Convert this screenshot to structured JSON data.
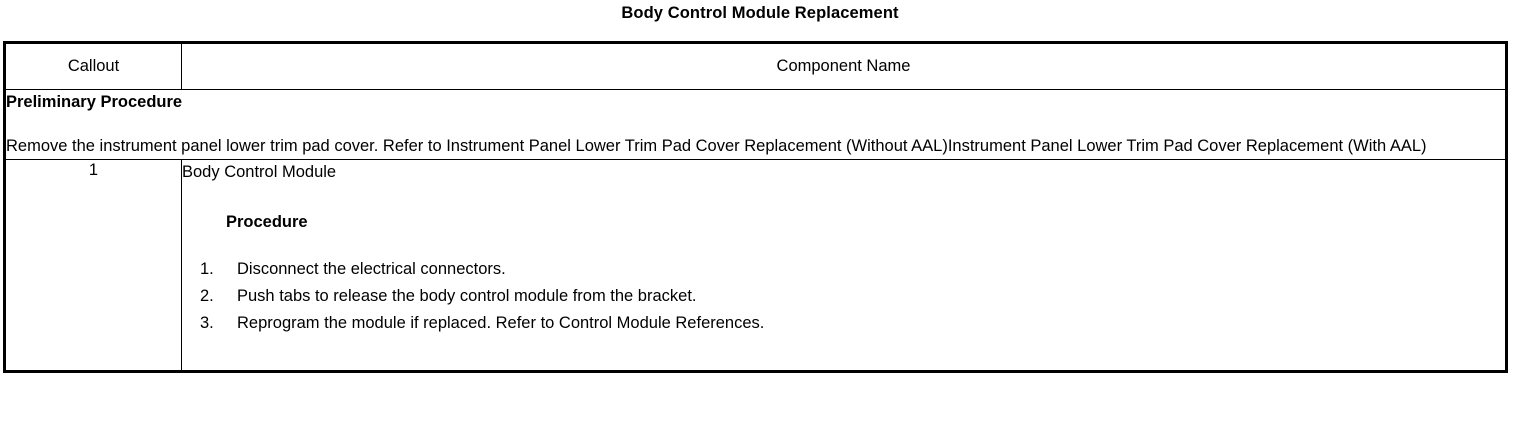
{
  "document": {
    "title": "Body Control Module Replacement"
  },
  "table": {
    "columns": [
      {
        "key": "callout",
        "header": "Callout"
      },
      {
        "key": "component",
        "header": "Component Name"
      }
    ],
    "preliminary": {
      "heading": "Preliminary Procedure",
      "text": "Remove the instrument panel lower trim pad cover. Refer to Instrument Panel Lower Trim Pad Cover Replacement (Without AAL)Instrument Panel Lower Trim Pad Cover Replacement (With AAL)"
    },
    "rows": [
      {
        "callout": "1",
        "component_name": "Body Control Module",
        "sub_heading": "Procedure",
        "steps": [
          {
            "number": "1.",
            "text": "Disconnect the electrical connectors."
          },
          {
            "number": "2.",
            "text": "Push tabs to release the body control module from the bracket."
          },
          {
            "number": "3.",
            "text": "Reprogram the module if replaced. Refer to Control Module References."
          }
        ]
      }
    ]
  },
  "colors": {
    "text": "#000000",
    "background": "#ffffff",
    "border": "#000000"
  }
}
